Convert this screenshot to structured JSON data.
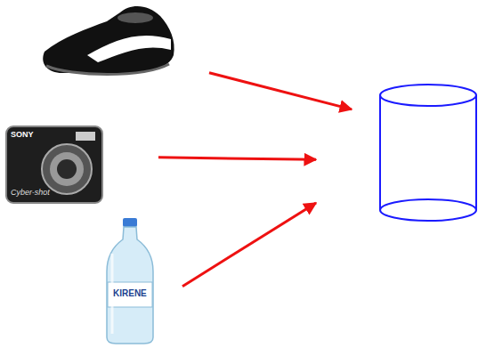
{
  "diagram": {
    "nodes": [
      {
        "text": []
      },
      {
        "text": [
          "SONY",
          "Cyber-shot"
        ]
      },
      {
        "text": [
          "KIRENE"
        ]
      },
      {
        "text": []
      }
    ],
    "edges": [
      {
        "from": 0,
        "to": 3,
        "arrow": "to"
      },
      {
        "from": 1,
        "to": 3,
        "arrow": "to"
      },
      {
        "from": 2,
        "to": 3,
        "arrow": "to"
      }
    ]
  }
}
